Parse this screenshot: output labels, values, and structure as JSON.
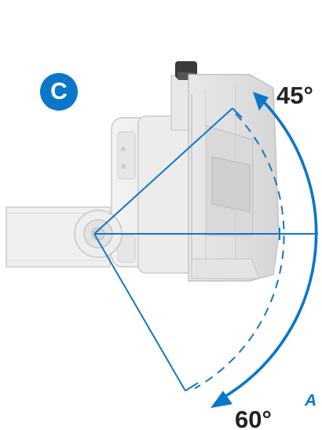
{
  "step": {
    "letter": "C"
  },
  "angles": {
    "up": "45°",
    "down": "60°"
  },
  "side_label": "A",
  "colors": {
    "accent_blue": "#0a77c8",
    "line_blue": "#1577c2",
    "label_dark": "#222222",
    "bracket_fill": "#eeeeee",
    "bracket_stroke": "#c4c4c4"
  },
  "icons": {
    "tilt_arrow": "curved-double-arrow-icon",
    "pivot": "pivot-bolt-icon"
  }
}
